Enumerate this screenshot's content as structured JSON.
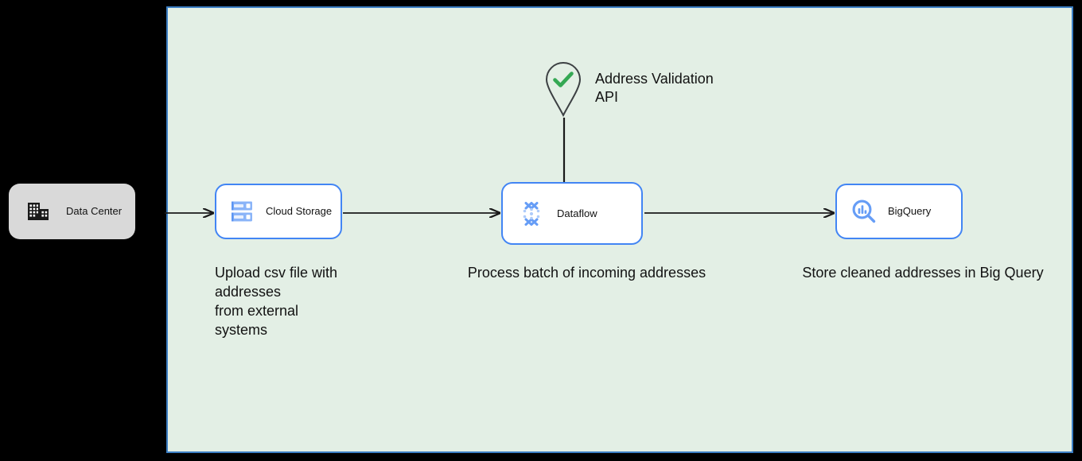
{
  "diagram": {
    "background_color": "#000000",
    "boundary": {
      "name": "cloud-boundary",
      "fill": "#e3efe5",
      "stroke": "#3c7fc4"
    },
    "nodes": [
      {
        "id": "datacenter",
        "label": "Data Center",
        "icon": "data-center-icon",
        "style": "onprem",
        "fill": "#d9d9d9",
        "icon_color": "#1a1a1a"
      },
      {
        "id": "cloudstorage",
        "label": "Cloud Storage",
        "icon": "cloud-storage-icon",
        "style": "gcp",
        "fill": "#ffffff",
        "stroke": "#4285f4",
        "icon_color": "#669df6"
      },
      {
        "id": "dataflow",
        "label": "Dataflow",
        "icon": "dataflow-icon",
        "style": "gcp",
        "fill": "#ffffff",
        "stroke": "#4285f4",
        "icon_color": "#669df6"
      },
      {
        "id": "bigquery",
        "label": "BigQuery",
        "icon": "bigquery-icon",
        "style": "gcp",
        "fill": "#ffffff",
        "stroke": "#4285f4",
        "icon_color": "#669df6"
      }
    ],
    "external_api": {
      "label": "Address Validation\nAPI",
      "icon": "map-pin-check-icon",
      "pin_stroke": "#3c4043",
      "check_color": "#34a853"
    },
    "captions": {
      "cloudstorage": "Upload csv file with\naddresses\nfrom external\nsystems",
      "dataflow": "Process batch of incoming addresses",
      "bigquery": "Store cleaned addresses in Big Query"
    },
    "connectors": [
      {
        "id": "datacenter-to-cloudstorage",
        "from": "datacenter",
        "to": "cloudstorage",
        "direction": "right"
      },
      {
        "id": "cloudstorage-to-dataflow",
        "from": "cloudstorage",
        "to": "dataflow",
        "direction": "right"
      },
      {
        "id": "dataflow-to-bigquery",
        "from": "dataflow",
        "to": "bigquery",
        "direction": "right"
      },
      {
        "id": "addressapi-to-dataflow",
        "from": "address-validation-api",
        "to": "dataflow",
        "direction": "down"
      }
    ]
  }
}
